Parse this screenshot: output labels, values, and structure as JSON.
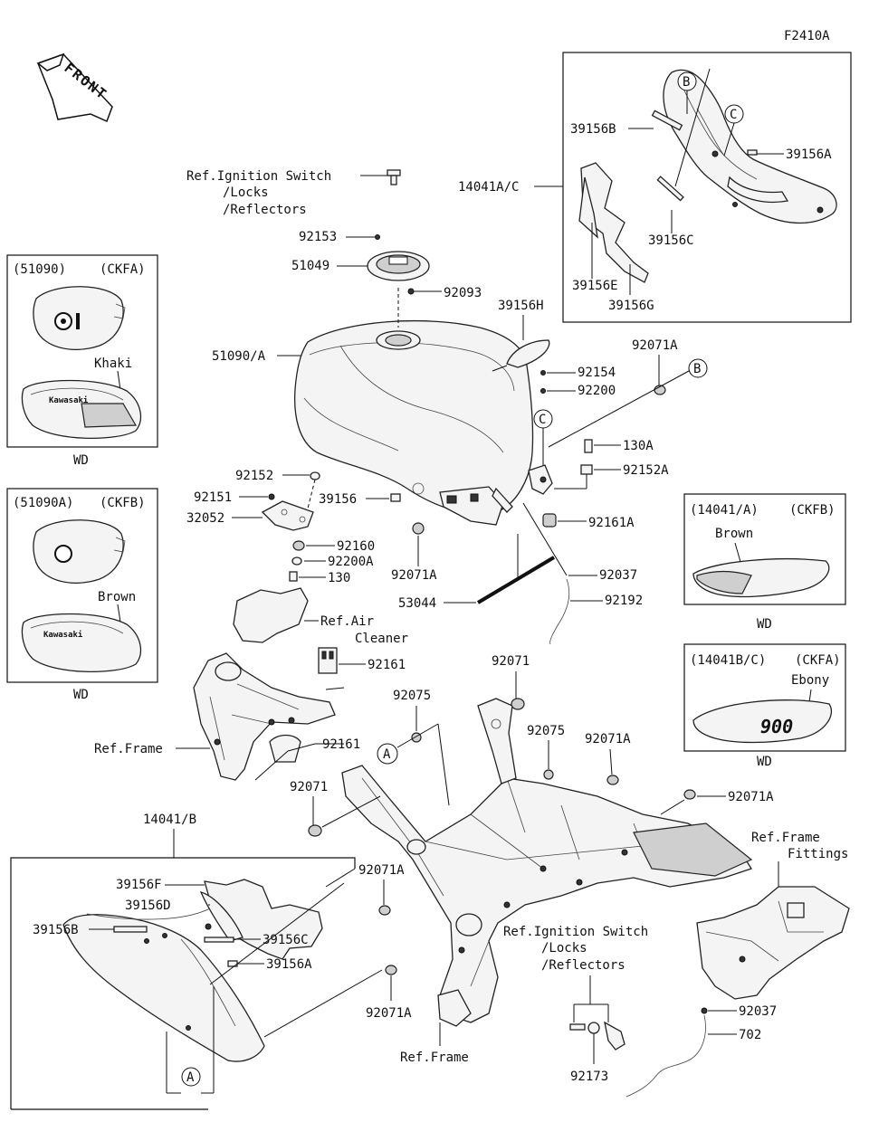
{
  "figure_code": "F2410A",
  "front_label": "FRONT",
  "callouts": {
    "ref_ignition_top_1": "Ref.Ignition Switch",
    "ref_ignition_top_2": "/Locks",
    "ref_ignition_top_3": "/Reflectors",
    "p92153": "92153",
    "p51049": "51049",
    "p92093": "92093",
    "p51090A": "51090/A",
    "p39156H": "39156H",
    "p92071A_top": "92071A",
    "p92154": "92154",
    "p92200": "92200",
    "p130A": "130A",
    "p92152A": "92152A",
    "p92161A": "92161A",
    "p92037_mid": "92037",
    "p92192": "92192",
    "p53044": "53044",
    "p92071A_mid": "92071A",
    "p92152": "92152",
    "p92151": "92151",
    "p32052": "32052",
    "p39156": "39156",
    "p92160": "92160",
    "p92200A": "92200A",
    "p130": "130",
    "ref_air_cleaner_1": "Ref.Air",
    "ref_air_cleaner_2": "Cleaner",
    "p92161_a": "92161",
    "p92161_b": "92161",
    "ref_frame_left": "Ref.Frame",
    "p92075_a": "92075",
    "p92071_a": "92071",
    "p92075_b": "92075",
    "p92071A_b": "92071A",
    "p92071_b": "92071",
    "p92071A_right": "92071A",
    "ref_frame_fittings_1": "Ref.Frame",
    "ref_frame_fittings_2": "Fittings",
    "p14041B": "14041/B",
    "p92071A_c": "92071A",
    "p92071A_d": "92071A",
    "ref_ignition_bot_1": "Ref.Ignition Switch",
    "ref_ignition_bot_2": "/Locks",
    "ref_ignition_bot_3": "/Reflectors",
    "ref_frame_bottom": "Ref.Frame",
    "p92173": "92173",
    "p92037_bot": "92037",
    "p702": "702",
    "p14041AC": "14041A/C"
  },
  "inset_cover_top": {
    "p39156B": "39156B",
    "p39156A": "39156A",
    "p39156C": "39156C",
    "p39156E": "39156E",
    "p39156G": "39156G",
    "letter_b": "B",
    "letter_c": "C"
  },
  "inset_cover_bottom": {
    "p39156F": "39156F",
    "p39156D": "39156D",
    "p39156B": "39156B",
    "p39156C": "39156C",
    "p39156A": "39156A",
    "letter_a": "A"
  },
  "letters": {
    "b_tank": "B",
    "c_tank": "C",
    "a_frame": "A"
  },
  "variant_boxes": [
    {
      "part": "(51090)",
      "code": "(CKFA)",
      "color": "Khaki",
      "region": "WD"
    },
    {
      "part": "(51090A)",
      "code": "(CKFB)",
      "color": "Brown",
      "region": "WD"
    },
    {
      "part": "(14041/A)",
      "code": "(CKFB)",
      "color": "Brown",
      "region": "WD"
    },
    {
      "part": "(14041B/C)",
      "code": "(CKFA)",
      "color": "Ebony",
      "region": "WD"
    }
  ],
  "tank_logo_text": "Kawasaki",
  "cover_logo_text": "900"
}
